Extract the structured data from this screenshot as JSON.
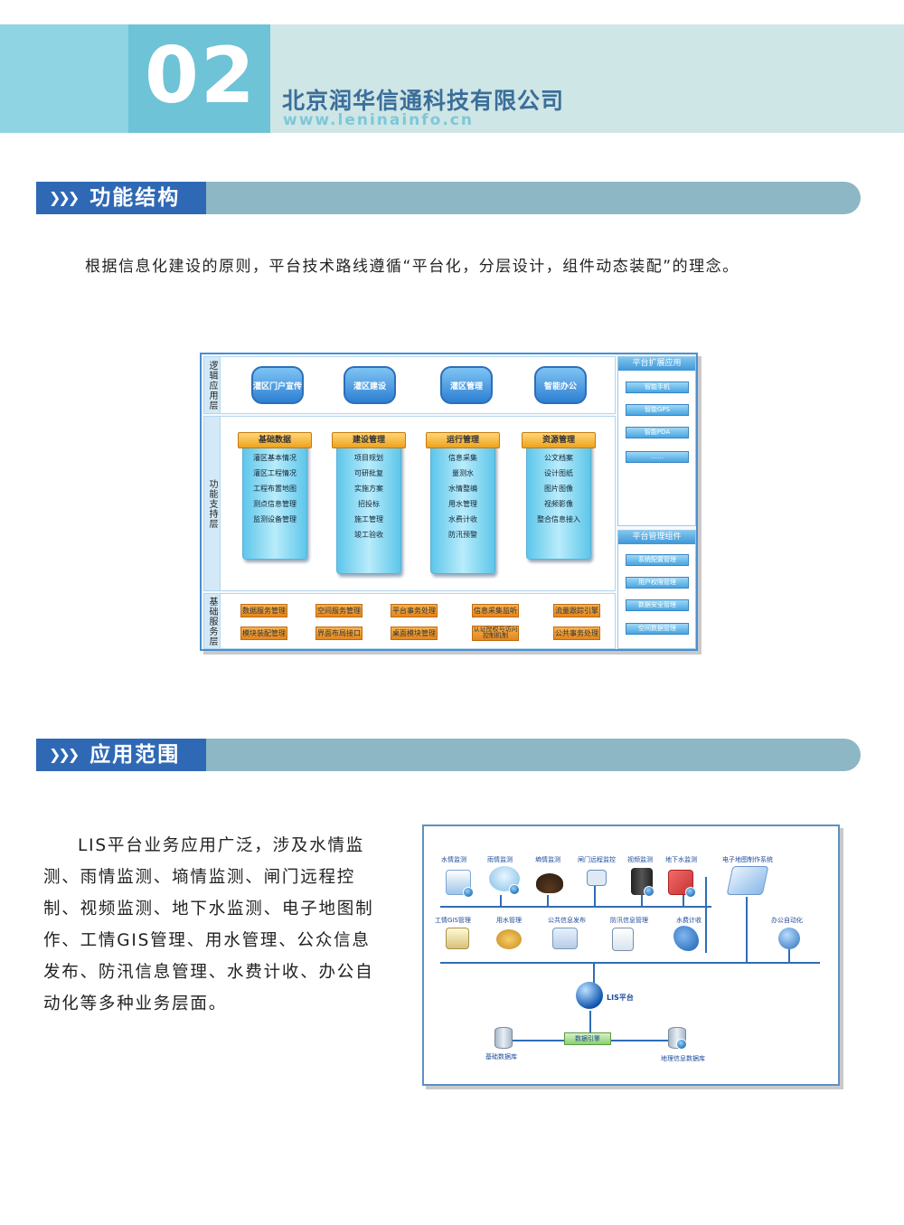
{
  "header": {
    "number": "02",
    "company": "北京润华信通科技有限公司",
    "url": "www.leninainfo.cn"
  },
  "section1": {
    "title": "功能结构",
    "intro": "根据信息化建设的原则，平台技术路线遵循“平台化，分层设计，组件动态装配”的理念。"
  },
  "architecture": {
    "layers": {
      "logic": "逻辑应用层",
      "support": "功能支持层",
      "base": "基础服务层"
    },
    "logic_items": [
      "灌区门户宣传",
      "灌区建设",
      "灌区管理",
      "智能办公"
    ],
    "columns": [
      {
        "title": "基础数据",
        "items": [
          "灌区基本情况",
          "灌区工程情况",
          "工程布置地图",
          "测点信息管理",
          "监测设备管理"
        ]
      },
      {
        "title": "建设管理",
        "items": [
          "项目规划",
          "可研批复",
          "实施方案",
          "招投标",
          "施工管理",
          "竣工验收"
        ]
      },
      {
        "title": "运行管理",
        "items": [
          "信息采集",
          "量测水",
          "水情整编",
          "用水管理",
          "水费计收",
          "防汛预警"
        ]
      },
      {
        "title": "资源管理",
        "items": [
          "公文档案",
          "设计图纸",
          "图片图像",
          "视频影像",
          "整合信息接入"
        ]
      }
    ],
    "base_items": [
      [
        "数据服务管理",
        "空间服务管理",
        "平台事务处理",
        "信息采集监听",
        "流量跟踪引擎"
      ],
      [
        "模块装配管理",
        "界面布局接口",
        "桌面模块管理",
        "认证授权与访问控制机制",
        "公共事务处理"
      ]
    ],
    "ext_panel": {
      "title": "平台扩展应用",
      "items": [
        "智能手机",
        "智能GPS",
        "智能PDA",
        "……"
      ]
    },
    "mgmt_panel": {
      "title": "平台管理组件",
      "items": [
        "系统配置管理",
        "用户权限管理",
        "数据安全管理",
        "空间数据管理"
      ]
    }
  },
  "section2": {
    "title": "应用范围",
    "text": "LIS平台业务应用广泛，涉及水情监测、雨情监测、墒情监测、闸门远程控制、视频监测、地下水监测、电子地图制作、工情GIS管理、用水管理、公众信息发布、防汛信息管理、水费计收、办公自动化等多种业务层面。"
  },
  "network": {
    "top_row": [
      "水情监测",
      "雨情监测",
      "墒情监测",
      "闸门远程监控",
      "视频监测",
      "地下水监测",
      "电子地图制作系统"
    ],
    "second_row": [
      "工情GIS管理",
      "用水管理",
      "公共信息发布",
      "防汛信息管理",
      "水费计收",
      "办公自动化"
    ],
    "platform": "LIS平台",
    "engine": "数据引擎",
    "db_left": "基础数据库",
    "db_right": "地理信息数据库"
  },
  "colors": {
    "header_band": "#cfe6e6",
    "header_number_bg": "#6ec3d6",
    "section_tag": "#2f69b5",
    "section_bar": "#8db7c5",
    "company_text": "#3b6e9a"
  }
}
